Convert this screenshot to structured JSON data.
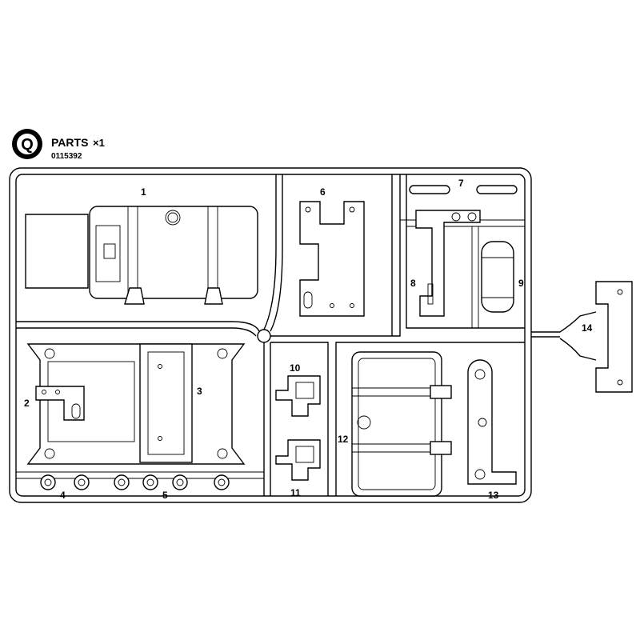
{
  "header": {
    "tree_letter": "Q",
    "title": "PARTS",
    "quantity": "×1",
    "part_number": "0115392"
  },
  "parts": [
    {
      "number": "1"
    },
    {
      "number": "2"
    },
    {
      "number": "3"
    },
    {
      "number": "4"
    },
    {
      "number": "5"
    },
    {
      "number": "6"
    },
    {
      "number": "7"
    },
    {
      "number": "8"
    },
    {
      "number": "9"
    },
    {
      "number": "10"
    },
    {
      "number": "11"
    },
    {
      "number": "12"
    },
    {
      "number": "13"
    },
    {
      "number": "14"
    }
  ]
}
